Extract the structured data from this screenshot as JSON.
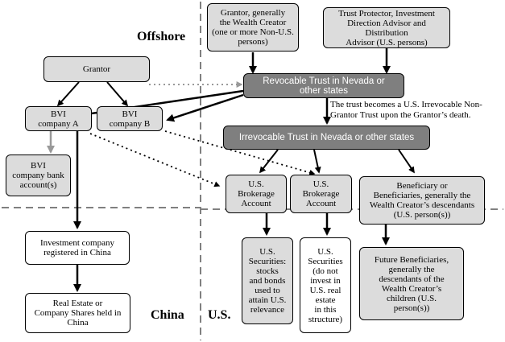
{
  "regions": {
    "offshore": "Offshore",
    "china": "China",
    "us": "U.S."
  },
  "nodes": {
    "grantor_wealth_creator": "Grantor, generally\nthe Wealth Creator\n(one or more Non-U.S.\npersons)",
    "trust_protector": "Trust Protector, Investment\nDirection Advisor and Distribution\nAdvisor (U.S. persons)",
    "grantor": "Grantor",
    "revocable_trust": "Revocable Trust in Nevada or\nother states",
    "bvi_company_a": "BVI\ncompany A",
    "bvi_company_b": "BVI\ncompany B",
    "irrevocable_trust": "Irrevocable Trust in Nevada or other states",
    "bvi_bank_account": "BVI\ncompany bank\naccount(s)",
    "brokerage_1": "U.S.\nBrokerage\nAccount",
    "brokerage_2": "U.S.\nBrokerage\nAccount",
    "beneficiaries": "Beneficiary or\nBeneficiaries, generally the\nWealth Creator’s descendants\n(U.S. person(s))",
    "investment_company_china": "Investment company\nregistered in China",
    "securities_1": "U.S.\nSecurities:\nstocks\nand bonds\nused to\nattain U.S.\nrelevance",
    "securities_2": "U.S.\nSecurities\n(do not\ninvest in\nU.S. real\nestate\nin this\nstructure)",
    "future_beneficiaries": "Future Beneficiaries,\ngenerally the\ndescendants of the\nWealth Creator’s\nchildren (U.S.\nperson(s))",
    "real_estate_china": "Real Estate or\nCompany Shares held in\nChina"
  },
  "annotations": {
    "conversion_note": "The trust becomes a U.S. Irrevocable Non-\nGrantor Trust upon the Grantor’s death."
  },
  "colors": {
    "box_gray": "#dcdcdc",
    "trust_dark": "#7f7f7f",
    "dashed_border": "#808080",
    "light_arrow": "#999999"
  }
}
